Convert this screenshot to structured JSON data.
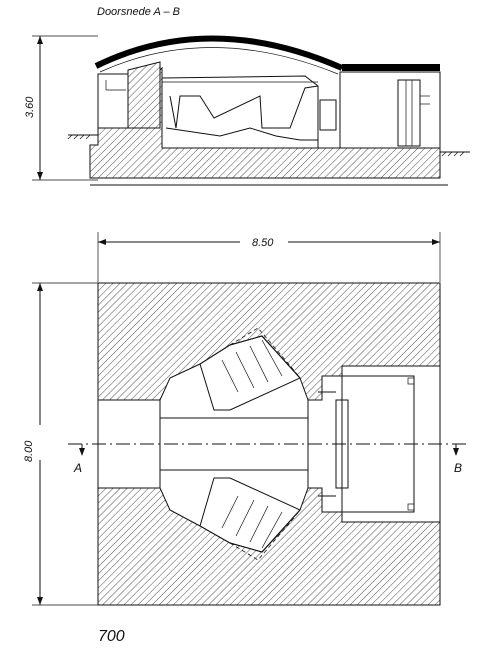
{
  "section": {
    "title": "Doorsnede A – B",
    "height_dim": "3.60"
  },
  "plan": {
    "width_dim": "8.50",
    "depth_dim": "8.00",
    "cut_left": "A",
    "cut_right": "B"
  },
  "page_number": "700"
}
